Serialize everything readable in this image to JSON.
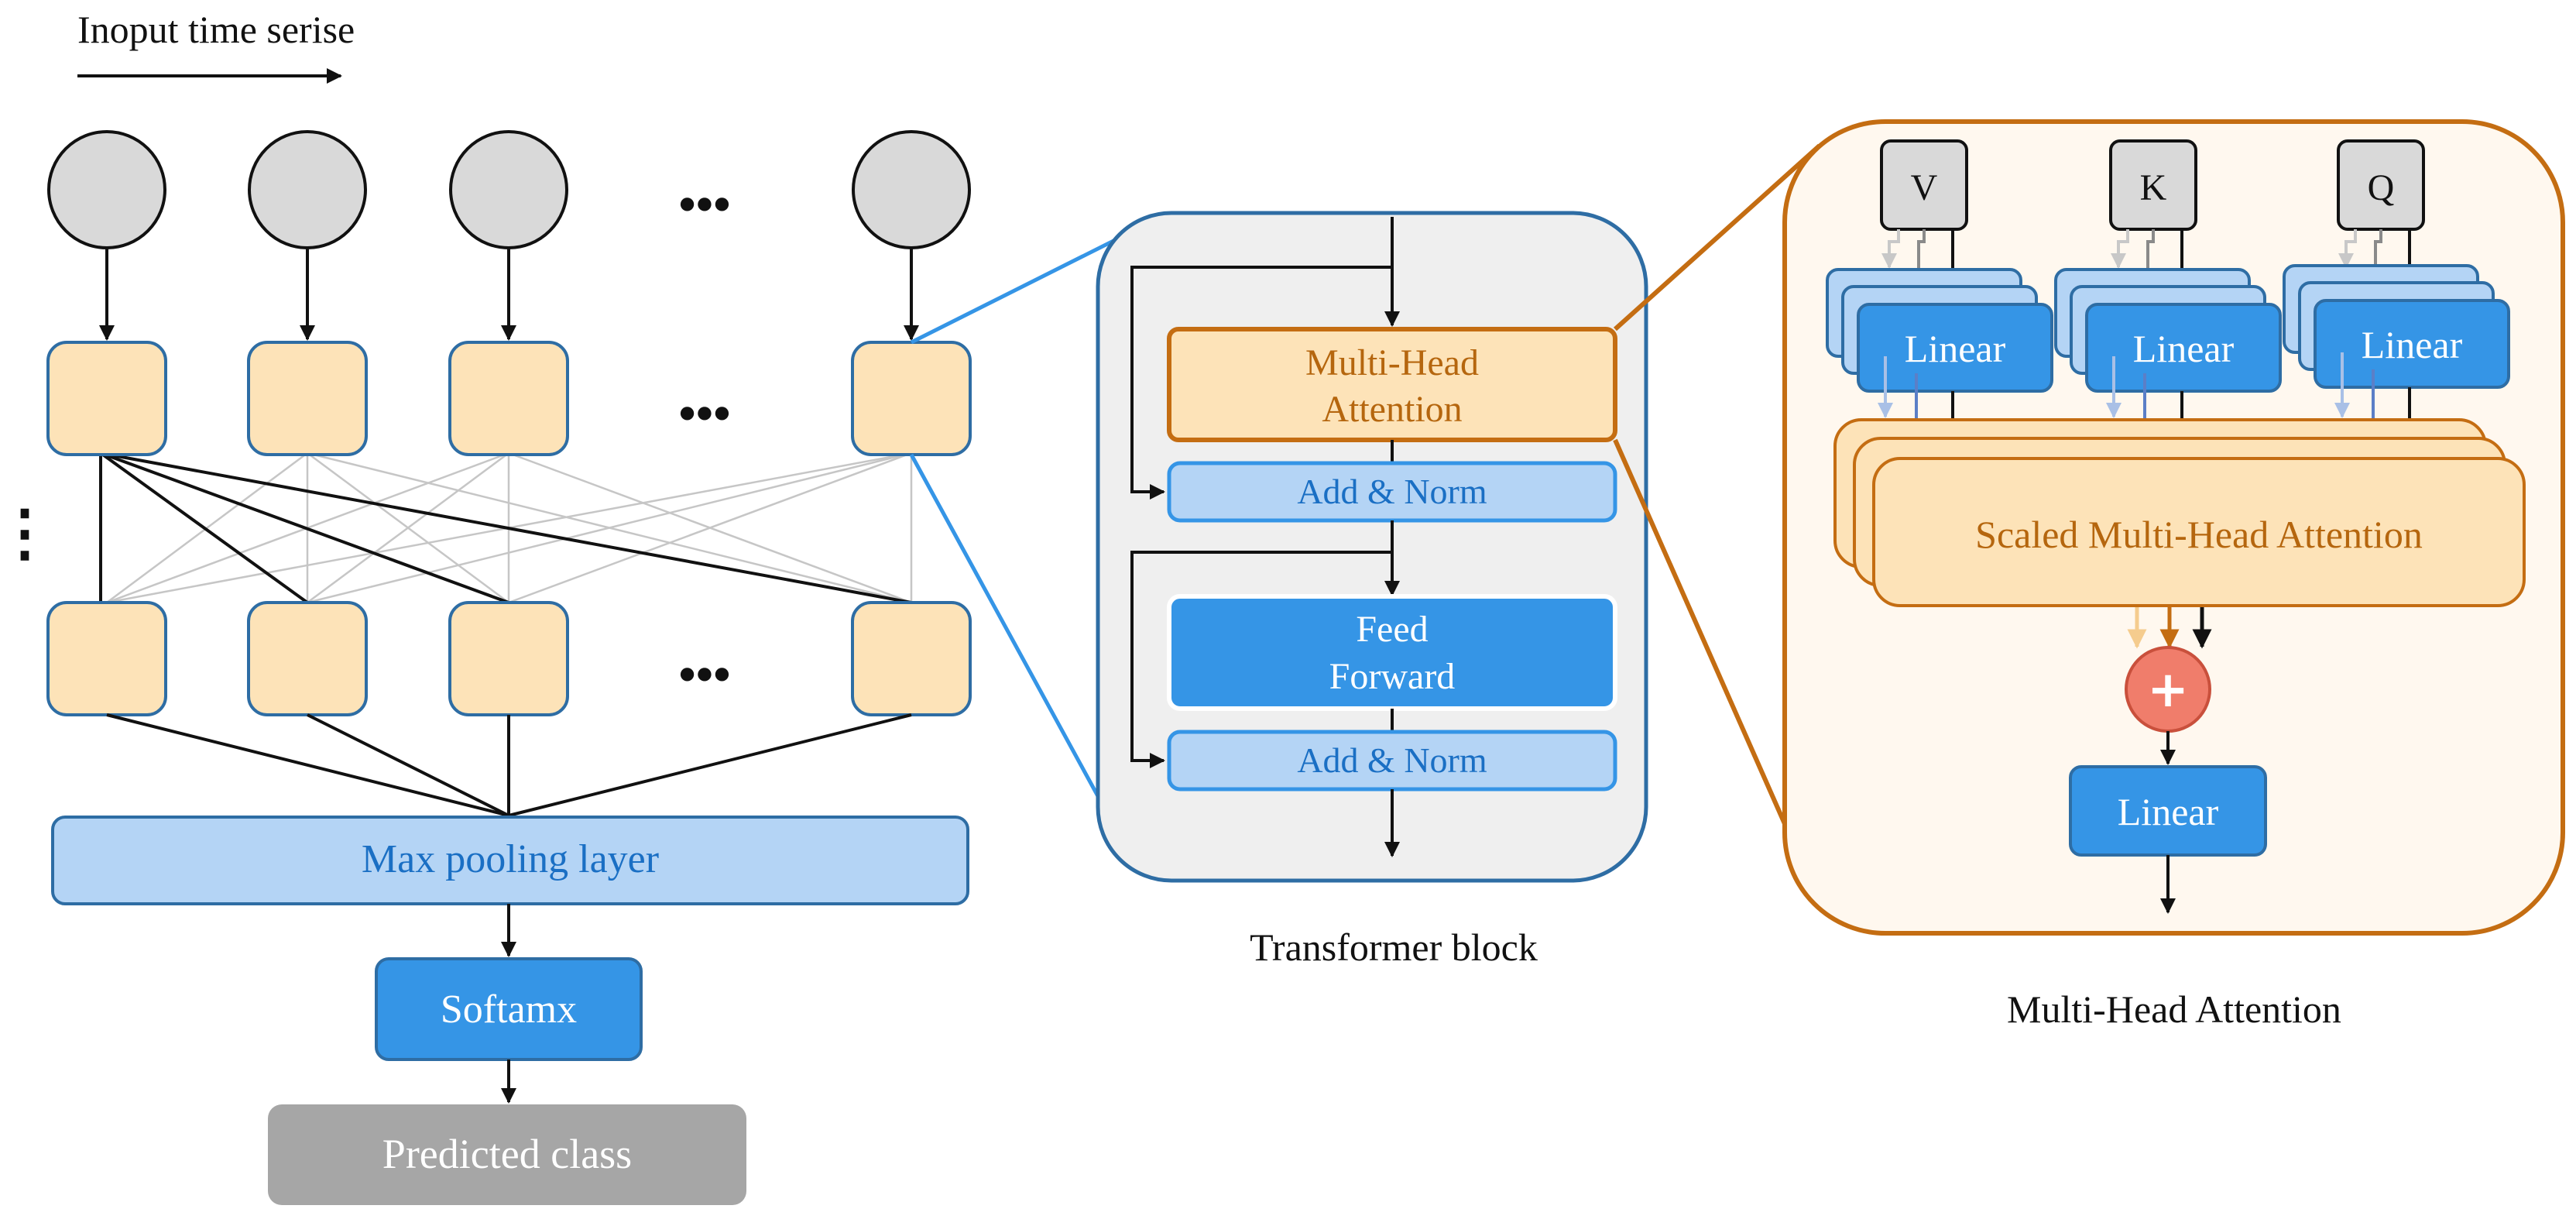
{
  "input_label": "Inoput time serise",
  "ellipsis": "•••",
  "vertical_ellipsis": "⋮",
  "max_pooling_label": "Max pooling layer",
  "softmax_label": "Softamx",
  "predicted_label": "Predicted class",
  "transformer": {
    "caption": "Transformer block",
    "mha_line1": "Multi-Head",
    "mha_line2": "Attention",
    "add_norm_1": "Add & Norm",
    "ff_line1": "Feed",
    "ff_line2": "Forward",
    "add_norm_2": "Add & Norm"
  },
  "mha": {
    "caption": "Multi-Head Attention",
    "v_label": "V",
    "k_label": "K",
    "q_label": "Q",
    "linear_v": "Linear",
    "linear_k": "Linear",
    "linear_q": "Linear",
    "scaled_label": "Scaled Multi-Head Attention",
    "plus_symbol": "+",
    "linear_out": "Linear"
  },
  "colors": {
    "node_gray": "#d9d9d9",
    "node_peach": "#fde3b8",
    "node_border_blue": "#2e6da4",
    "light_blue": "#b4d4f5",
    "mid_blue": "#3595e6",
    "text_blue": "#1a6fc4",
    "orange": "#c46d12",
    "orange_text": "#b5660e",
    "panel_gray": "#efefef",
    "panel_cream": "#fff8ef",
    "plus_red": "#f07d6b",
    "predicted_gray": "#a6a6a6"
  }
}
